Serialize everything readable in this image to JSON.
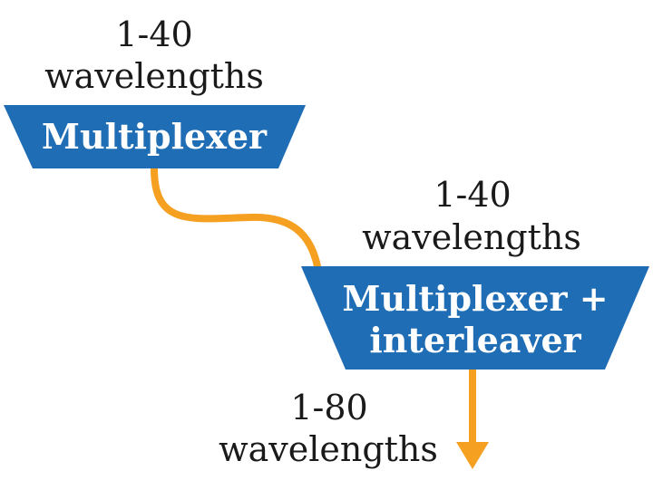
{
  "colors": {
    "shape_fill": "#1e6db5",
    "connector": "#f5a020",
    "text_dark": "#1a1a1a",
    "text_light": "#ffffff"
  },
  "stage1": {
    "count": "1-40",
    "unit": "wavelengths",
    "device_label": "Multiplexer"
  },
  "stage2": {
    "count": "1-40",
    "unit": "wavelengths",
    "device_label_line1": "Multiplexer +",
    "device_label_line2": "interleaver"
  },
  "output": {
    "count": "1-80",
    "unit": "wavelengths"
  }
}
